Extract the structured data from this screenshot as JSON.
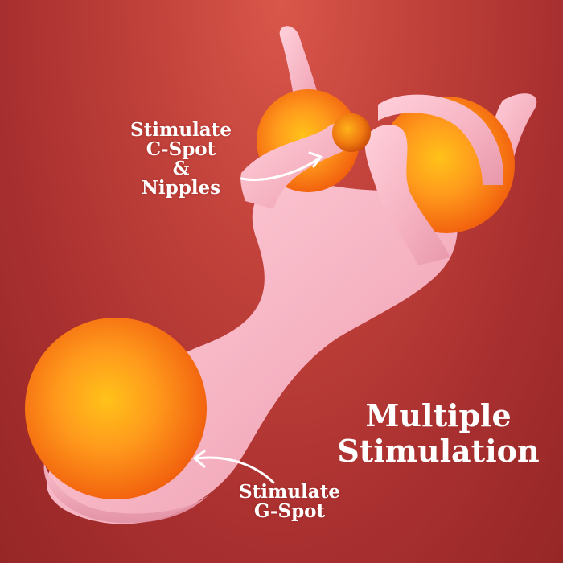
{
  "background_color": "#b23633",
  "device_color": "#f5b6c4",
  "ball_color": "#ff8c1a",
  "labels": {
    "top": [
      "Stimulate",
      "C-Spot",
      "&",
      "Nipples"
    ],
    "bottom": [
      "Stimulate",
      "G-Spot"
    ]
  },
  "headline": [
    "Multiple",
    "Stimulation"
  ]
}
